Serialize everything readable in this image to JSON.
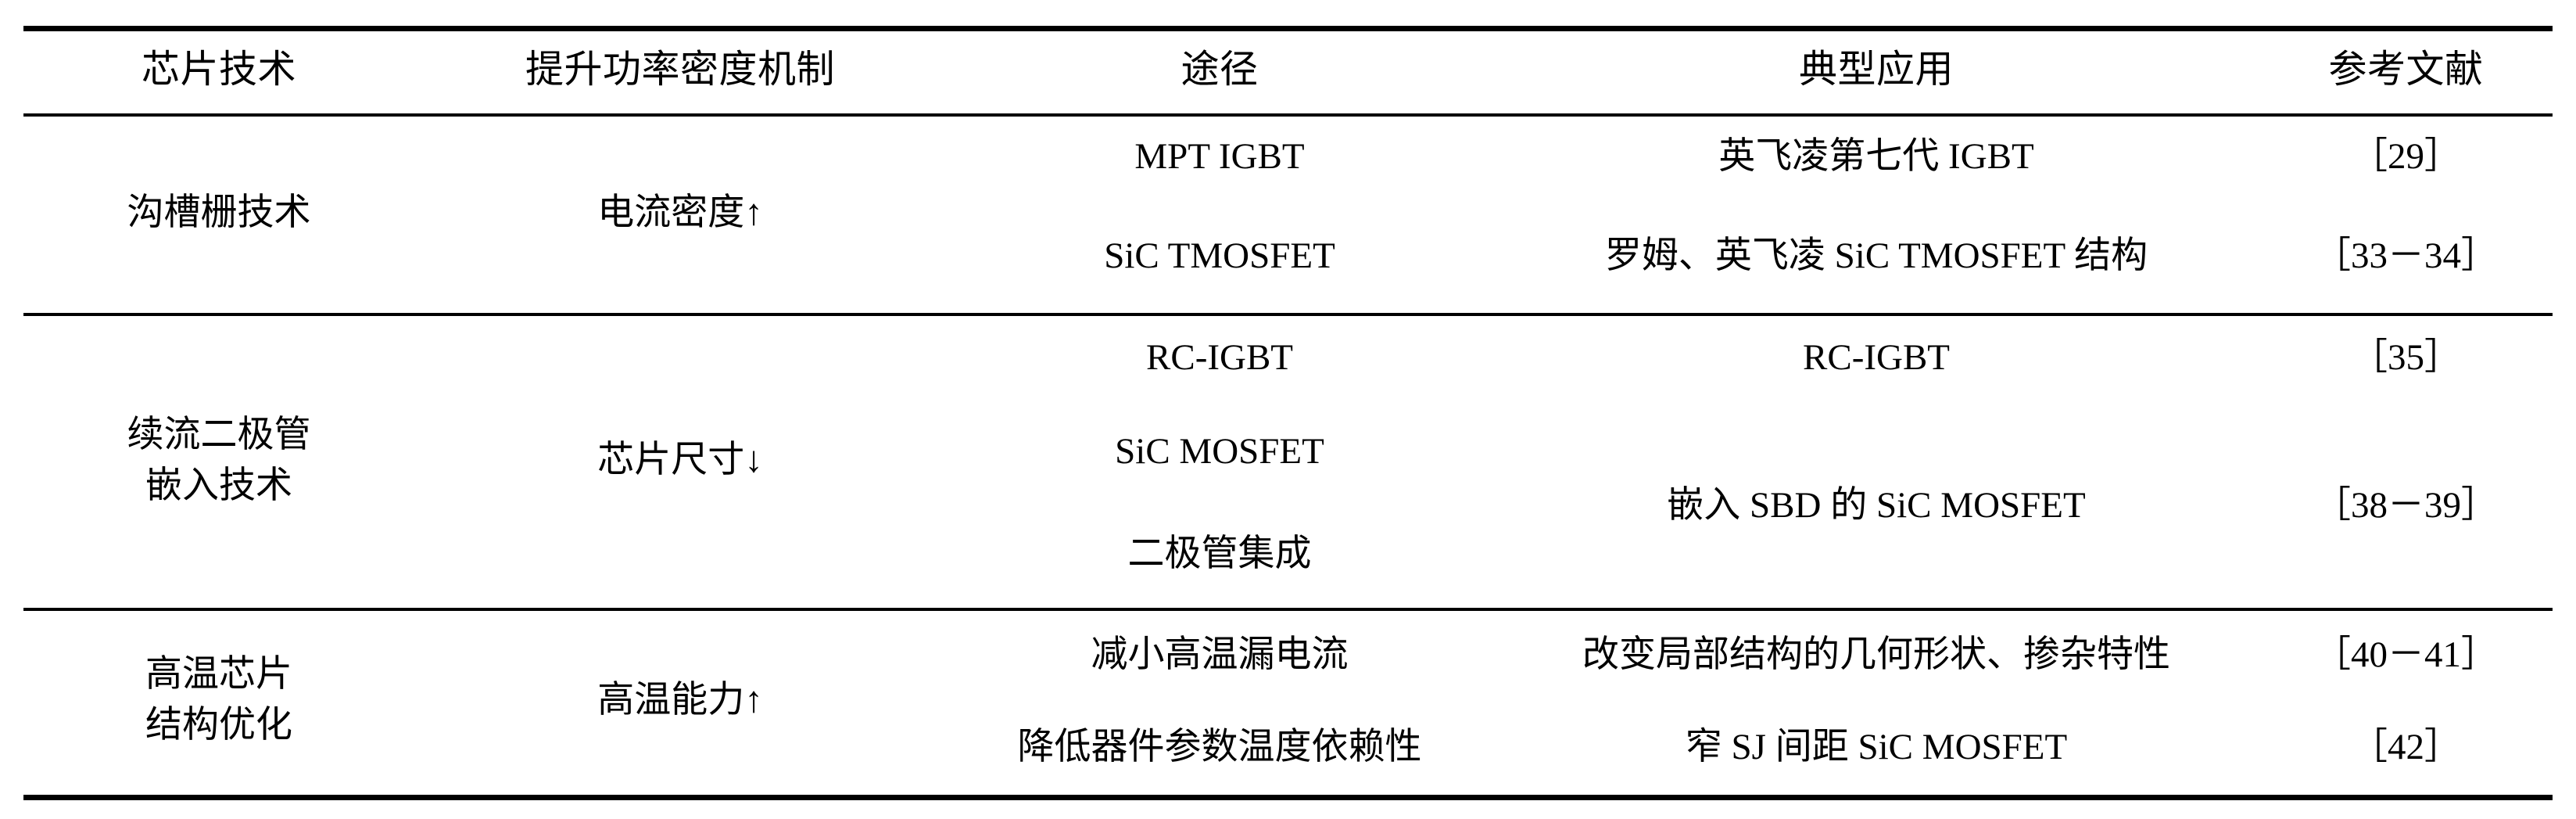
{
  "table": {
    "headers": [
      "芯片技术",
      "提升功率密度机制",
      "途径",
      "典型应用",
      "参考文献"
    ],
    "sections": [
      {
        "technology_line1": "沟槽栅技术",
        "technology_line2": "",
        "mechanism": "电流密度↑",
        "rows": [
          {
            "approach": "MPT IGBT",
            "application": "英飞凌第七代 IGBT",
            "reference": "［29］"
          },
          {
            "approach": "SiC TMOSFET",
            "application": "罗姆、英飞凌 SiC TMOSFET 结构",
            "reference": "［33－34］"
          }
        ]
      },
      {
        "technology_line1": "续流二极管",
        "technology_line2": "嵌入技术",
        "mechanism": "芯片尺寸↓",
        "rows": [
          {
            "approach": "RC-IGBT",
            "application": "RC-IGBT",
            "reference": "［35］"
          },
          {
            "approach_line1": "SiC MOSFET",
            "approach_line2": "二极管集成",
            "application": "嵌入 SBD 的 SiC MOSFET",
            "reference": "［38－39］"
          }
        ]
      },
      {
        "technology_line1": "高温芯片",
        "technology_line2": "结构优化",
        "mechanism": "高温能力↑",
        "rows": [
          {
            "approach": "减小高温漏电流",
            "application": "改变局部结构的几何形状、掺杂特性",
            "reference": "［40－41］"
          },
          {
            "approach": "降低器件参数温度依赖性",
            "application": "窄 SJ 间距 SiC MOSFET",
            "reference": "［42］"
          }
        ]
      }
    ]
  },
  "style": {
    "text_color": "#000000",
    "background_color": "#ffffff",
    "rule_color": "#000000"
  }
}
